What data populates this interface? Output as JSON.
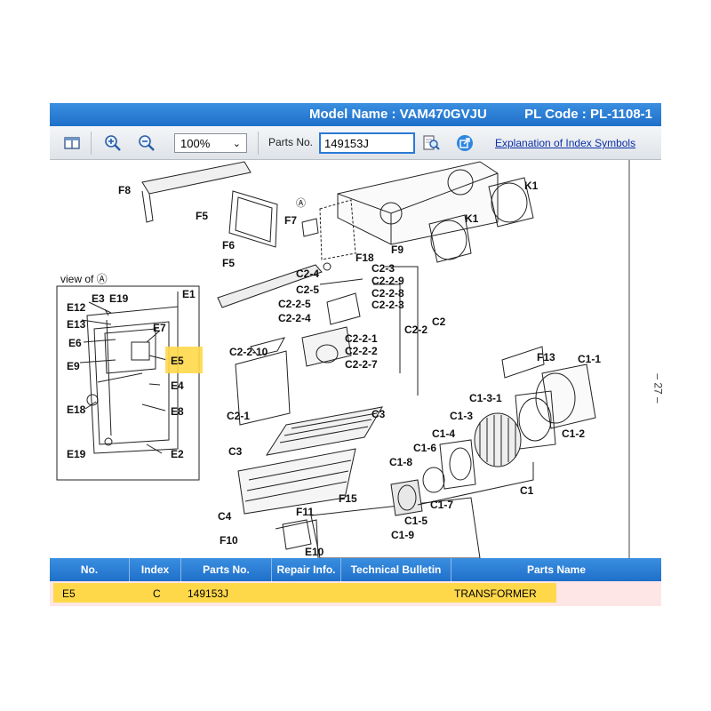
{
  "header": {
    "model_name": "Model Name : VAM470GVJU",
    "pl_code": "PL Code : PL-1108-1"
  },
  "toolbar": {
    "zoom_value": "100%",
    "parts_label": "Parts No.",
    "parts_value": "149153J",
    "explain_link": "Explanation of Index Symbols",
    "icons": [
      "panel-toggle-icon",
      "zoom-in-icon",
      "zoom-out-icon",
      "search-parts-icon",
      "export-icon"
    ]
  },
  "diagram": {
    "view_of": "view of Ⓐ",
    "marker_a": "Ⓐ",
    "page_number": "– 27 –",
    "highlighted": "E5",
    "labels": {
      "F8": "F8",
      "F5a": "F5",
      "F6": "F6",
      "F7": "F7",
      "F5b": "F5",
      "F9": "F9",
      "F18": "F18",
      "K1a": "K1",
      "K1b": "K1",
      "E1": "E1",
      "E3": "E3",
      "E19a": "E19",
      "E12": "E12",
      "E13": "E13",
      "E6": "E6",
      "E7": "E7",
      "E5": "E5",
      "E9": "E9",
      "E4": "E4",
      "E18": "E18",
      "E8": "E8",
      "E19b": "E19",
      "E2": "E2",
      "C2_4": "C2-4",
      "C2_3": "C2-3",
      "C2_2_9": "C2-2-9",
      "C2_5": "C2-5",
      "C2_2_8": "C2-2-8",
      "C2_2_5": "C2-2-5",
      "C2_2_3": "C2-2-3",
      "C2_2_4": "C2-2-4",
      "C2_2": "C2-2",
      "C2": "C2",
      "C2_2_1": "C2-2-1",
      "C2_2_2": "C2-2-2",
      "C2_2_10": "C2-2-10",
      "C2_2_7": "C2-2-7",
      "C2_1": "C2-1",
      "C3a": "C3",
      "C3b": "C3",
      "F13": "F13",
      "C1_1": "C1-1",
      "C1_3_1": "C1-3-1",
      "C1_3": "C1-3",
      "C1_2": "C1-2",
      "C1_4": "C1-4",
      "C1_6": "C1-6",
      "C1_8": "C1-8",
      "C1": "C1",
      "C1_7": "C1-7",
      "C1_5": "C1-5",
      "C1_9": "C1-9",
      "C4": "C4",
      "F15": "F15",
      "F11": "F11",
      "F10": "F10",
      "E10": "E10"
    }
  },
  "table": {
    "headers": [
      "No.",
      "Index",
      "Parts No.",
      "Repair Info.",
      "Technical Bulletin",
      "Parts Name"
    ],
    "rows": [
      {
        "no": "E5",
        "index": "C",
        "parts_no": "149153J",
        "repair": "",
        "bulletin": "",
        "name": "TRANSFORMER"
      }
    ]
  }
}
